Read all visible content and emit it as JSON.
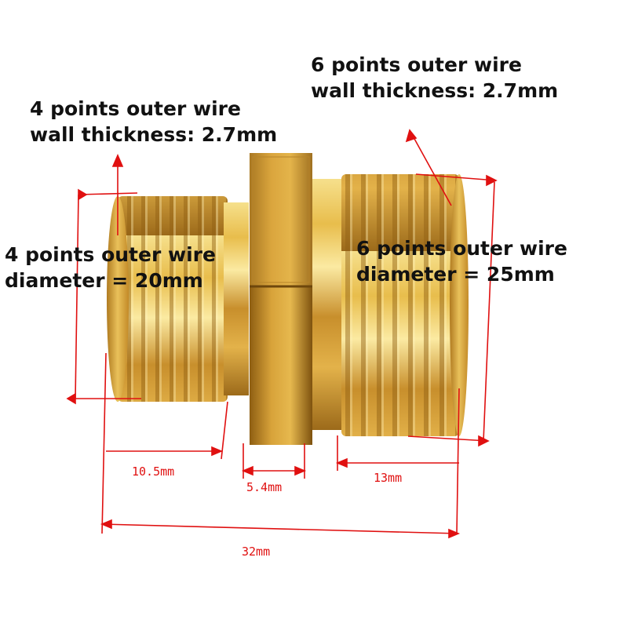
{
  "labels": {
    "wall_left": [
      "4 points outer wire",
      "wall thickness: 2.7mm"
    ],
    "wall_right": [
      "6 points outer wire",
      "wall thickness: 2.7mm"
    ],
    "diameter_left": [
      "4 points outer wire",
      "diameter = 20mm"
    ],
    "diameter_right": [
      "6 points outer wire",
      "diameter = 25mm"
    ]
  },
  "dimensions": {
    "left_thread_length": "10.5mm",
    "hex_width": "5.4mm",
    "right_thread_length": "13mm",
    "total_length": "32mm"
  },
  "colors": {
    "brass_light": "#f3d77a",
    "brass_mid": "#d9a73a",
    "brass_dark": "#a5711c",
    "dimension_red": "#e01010",
    "label_text": "#111111"
  }
}
